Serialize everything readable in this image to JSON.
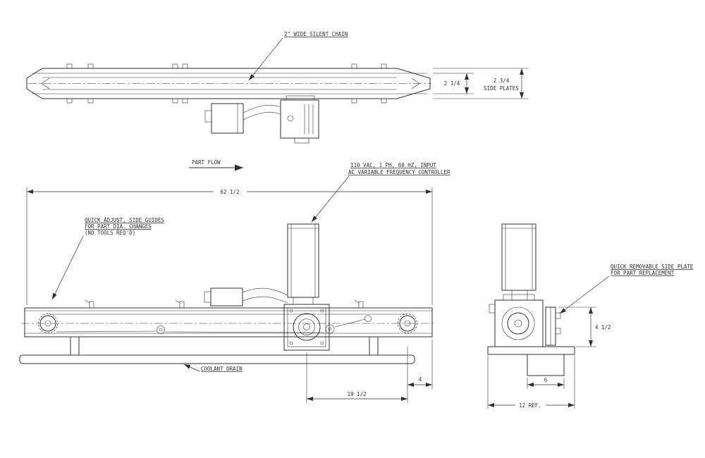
{
  "colors": {
    "ink": "#2f2f2f",
    "background": "#ffffff"
  },
  "annotations": {
    "silent_chain": "2\" WIDE SILENT CHAIN",
    "part_flow": "PART FLOW",
    "vfd_line1": "110 VAC, 1 PH, 60 HZ, INPUT",
    "vfd_line2": "AC VARIABLE FREQUENCY CONTROLLER",
    "quick_adjust_line1": "QUICK ADJUST, SIDE GUIDES",
    "quick_adjust_line2": "FOR PART DIA. CHANGES",
    "quick_adjust_line3": "(NO TOOLS REQ'D)",
    "coolant_drain": "COOLANT DRAIN",
    "quick_removable_line1": "QUICK REMOVABLE SIDE PLATE",
    "quick_removable_line2": "FOR PART REPLACEMENT"
  },
  "dimensions": {
    "chain_height": "2 1/4",
    "side_plates_value": "2 3/4",
    "side_plates_label": "SIDE PLATES",
    "overall_length": "62 1/2",
    "drive_offset": "19 1/2",
    "end_overhang": "4",
    "side_plate_height": "4 1/2",
    "pedestal_width": "6",
    "overall_width": "12 REF."
  }
}
